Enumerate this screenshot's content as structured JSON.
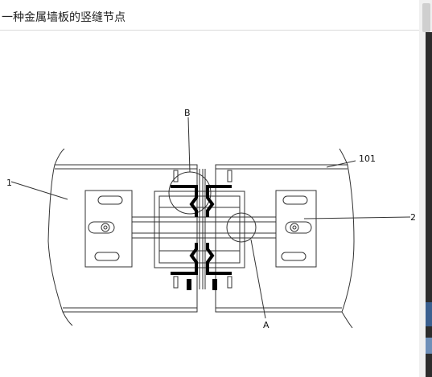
{
  "header": {
    "title": "一种金属墙板的竖缝节点"
  },
  "diagram": {
    "labels": {
      "a": "A",
      "b": "B",
      "one": "1",
      "two": "2",
      "panel": "101"
    }
  },
  "colors": {
    "line": "#333333",
    "accent": "#000000"
  }
}
